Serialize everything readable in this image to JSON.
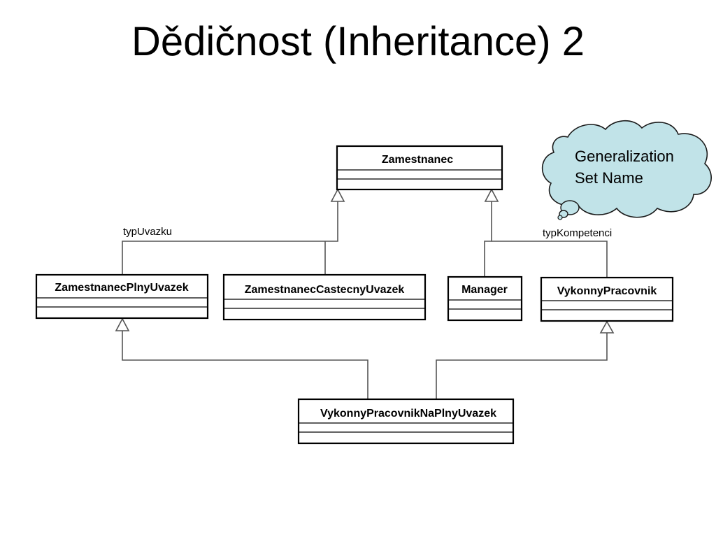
{
  "slide": {
    "title": "Dědičnost (Inheritance) 2"
  },
  "classes": {
    "zamestnanec": "Zamestnanec",
    "plny": "ZamestnanecPlnyUvazek",
    "castecny": "ZamestnanecCastecnyUvazek",
    "manager": "Manager",
    "vykonny": "VykonnyPracovnik",
    "vykonny_plny": "VykonnyPracovnikNaPlnyUvazek"
  },
  "generalization_sets": {
    "left": "typUvazku",
    "right": "typKompetenci"
  },
  "callout": {
    "line1": "Generalization",
    "line2": "Set Name"
  }
}
